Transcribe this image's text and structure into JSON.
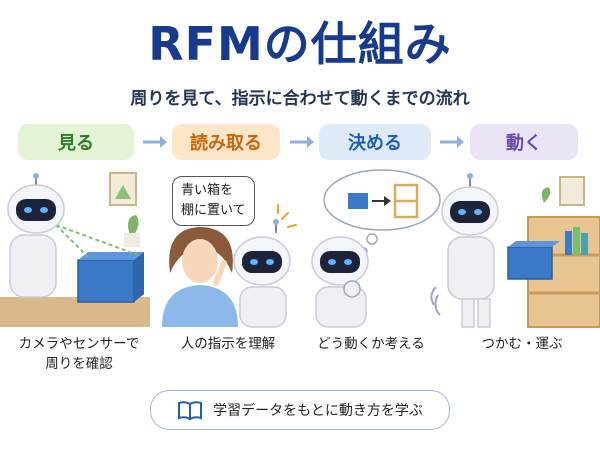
{
  "title": "RFMの仕組み",
  "subtitle": "周りを見て、指示に合わせて動くまでの流れ",
  "steps": [
    {
      "label": "見る",
      "color": "#e3f3d6",
      "text_color": "#2f7d2a"
    },
    {
      "label": "読み取る",
      "color": "#fde7c8",
      "text_color": "#c9660f"
    },
    {
      "label": "決める",
      "color": "#dfeaf9",
      "text_color": "#1f5fb3"
    },
    {
      "label": "動く",
      "color": "#ebe4f6",
      "text_color": "#6a4aa8"
    }
  ],
  "speech_bubble": {
    "line1": "青い箱を",
    "line2": "棚に置いて"
  },
  "captions": {
    "see_line1": "カメラやセンサーで",
    "see_line2": "周りを確認",
    "read": "人の指示を理解",
    "decide": "どう動くか考える",
    "move": "つかむ・運ぶ"
  },
  "footer": {
    "icon": "book-icon",
    "text": "学習データをもとに動き方を学ぶ"
  }
}
